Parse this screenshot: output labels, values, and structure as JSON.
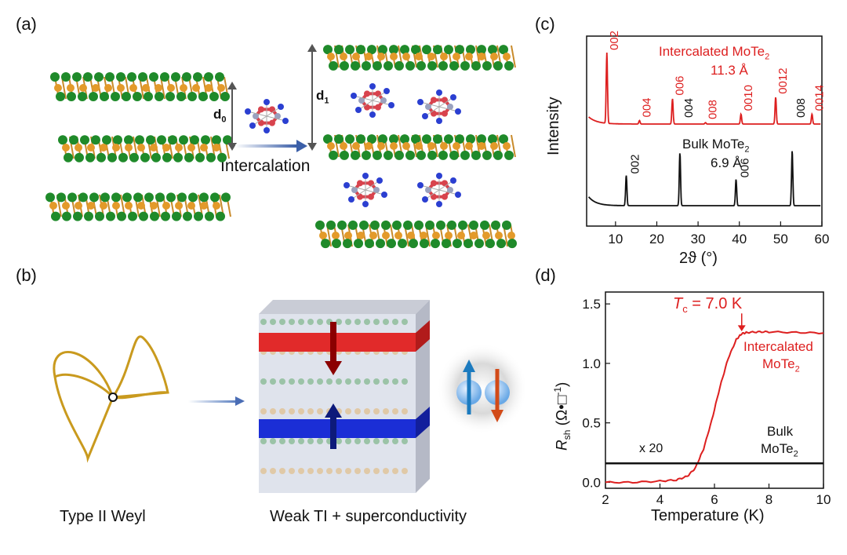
{
  "panels": {
    "a": "(a)",
    "b": "(b)",
    "c": "(c)",
    "d": "(d)"
  },
  "panel_a": {
    "d0": "d",
    "d0_sub": "0",
    "d1": "d",
    "d1_sub": "1",
    "arrow_label": "Intercalation",
    "colors": {
      "te": "#1f8a2a",
      "mo": "#e39a2a",
      "c": "#d8434d",
      "n": "#2b3fd1",
      "cring": "#9aa1bf"
    }
  },
  "panel_b": {
    "left_caption": "Type II Weyl",
    "right_caption": "Weak TI + superconductivity",
    "colors": {
      "cone": "#c99a1e",
      "top_band": "#e12a2a",
      "bottom_band": "#1b2ed6",
      "spin_up": "#1c7bbf",
      "spin_down": "#d24a18"
    }
  },
  "chart_data": [
    {
      "type": "line",
      "panel": "c",
      "xlabel": "2ϑ (°)",
      "ylabel": "Intensity",
      "xlim": [
        3,
        60
      ],
      "xticks": [
        10,
        20,
        30,
        40,
        50,
        60
      ],
      "grid": false,
      "series": [
        {
          "name": "Intercalated MoTe2",
          "label_line1": "Intercalated MoTe",
          "label_sub": "2",
          "label_line2": "11.3 Å",
          "color": "#dd1f1f",
          "peaks": [
            {
              "x": 7.9,
              "h": 1.0,
              "label": "002"
            },
            {
              "x": 15.8,
              "h": 0.05,
              "label": "004"
            },
            {
              "x": 23.8,
              "h": 0.36,
              "label": "006"
            },
            {
              "x": 31.8,
              "h": 0.02,
              "label": "008"
            },
            {
              "x": 40.4,
              "h": 0.14,
              "label": "0010"
            },
            {
              "x": 48.8,
              "h": 0.38,
              "label": "0012"
            },
            {
              "x": 57.6,
              "h": 0.14,
              "label": "0014"
            }
          ]
        },
        {
          "name": "Bulk MoTe2",
          "label_line1": "Bulk MoTe",
          "label_sub": "2",
          "label_line2": "6.9 Å",
          "color": "#111111",
          "peaks": [
            {
              "x": 12.6,
              "h": 0.55,
              "label": "002"
            },
            {
              "x": 25.6,
              "h": 0.96,
              "label": "004"
            },
            {
              "x": 39.2,
              "h": 0.48,
              "label": "006"
            },
            {
              "x": 52.8,
              "h": 1.0,
              "label": "008"
            }
          ]
        }
      ]
    },
    {
      "type": "line",
      "panel": "d",
      "xlabel": "Temperature (K)",
      "ylabel_main": "R",
      "ylabel_sub": "sh",
      "ylabel_unit": "(Ω•□",
      "ylabel_sup": "-1",
      "ylabel_close": ")",
      "xlim": [
        2,
        10
      ],
      "ylim": [
        -0.05,
        1.6
      ],
      "xticks": [
        2,
        4,
        6,
        8,
        10
      ],
      "yticks": [
        0.0,
        0.5,
        1.0,
        1.5
      ],
      "ytick_labels": [
        "0.0",
        "0.5",
        "1.0",
        "1.5"
      ],
      "tc_label_main": "T",
      "tc_label_sub": "c",
      "tc_label_rest": " = 7.0 K",
      "tc_value": 7.0,
      "series": [
        {
          "name": "Intercalated MoTe2",
          "label_line1": "Intercalated",
          "label_line2": "MoTe",
          "label_sub": "2",
          "color": "#dd1f1f",
          "x": [
            2.0,
            3.0,
            4.0,
            4.6,
            5.0,
            5.3,
            5.6,
            5.9,
            6.2,
            6.5,
            6.8,
            7.0,
            7.2,
            7.6,
            8.0,
            9.0,
            10.0
          ],
          "y": [
            0.0,
            0.0,
            0.01,
            0.02,
            0.05,
            0.12,
            0.28,
            0.52,
            0.8,
            1.04,
            1.2,
            1.25,
            1.26,
            1.265,
            1.265,
            1.26,
            1.255
          ]
        },
        {
          "name": "Bulk MoTe2",
          "label_line1": "Bulk",
          "label_line2": "MoTe",
          "label_sub": "2",
          "annotation": "x 20",
          "color": "#111111",
          "x": [
            2.0,
            10.0
          ],
          "y": [
            0.16,
            0.16
          ]
        }
      ]
    }
  ]
}
